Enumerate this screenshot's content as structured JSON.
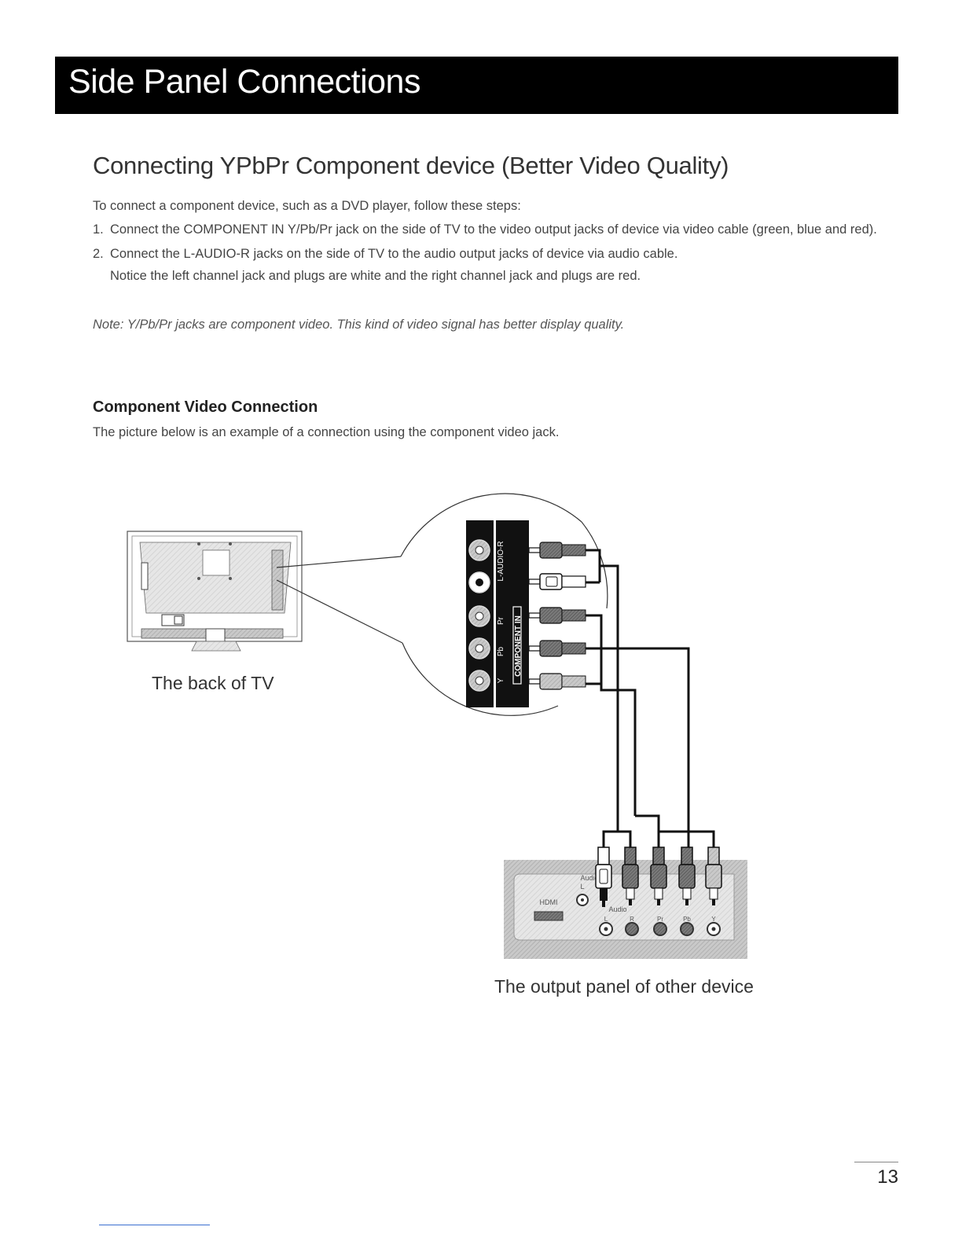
{
  "header": {
    "title": "Side Panel Connections"
  },
  "section": {
    "title": "Connecting YPbPr Component device (Better Video Quality)",
    "intro": "To connect a component device, such as a DVD player, follow these steps:",
    "steps": [
      {
        "num": "1.",
        "text": "Connect the COMPONENT IN Y/Pb/Pr jack on the side of TV to the video output jacks of device via video cable (green, blue and red)."
      },
      {
        "num": "2.",
        "text": "Connect the L-AUDIO-R jacks on the side of TV to the audio output jacks of device via audio cable.",
        "extra": "Notice the left channel jack and plugs are white and the right channel jack and plugs are red."
      }
    ],
    "note": "Note: Y/Pb/Pr jacks are component video. This kind of video signal has better display quality."
  },
  "subsection": {
    "title": "Component Video Connection",
    "desc": "The picture below is an example of a connection using the component video jack."
  },
  "diagram": {
    "tv_caption": "The back of TV",
    "device_caption": "The output panel of other device",
    "panel_labels": {
      "audio": "L-AUDIO-R",
      "component": "COMPONENT IN",
      "y": "Y",
      "pb": "Pb",
      "pr": "Pr"
    },
    "device_labels": {
      "hdmi": "HDMI",
      "audio_top": "Audio",
      "l_top": "L",
      "audio_bottom": "Audio",
      "l": "L",
      "r": "R",
      "pr": "Pr",
      "pb": "Pb",
      "y": "Y"
    }
  },
  "footer": {
    "page_number": "13"
  }
}
